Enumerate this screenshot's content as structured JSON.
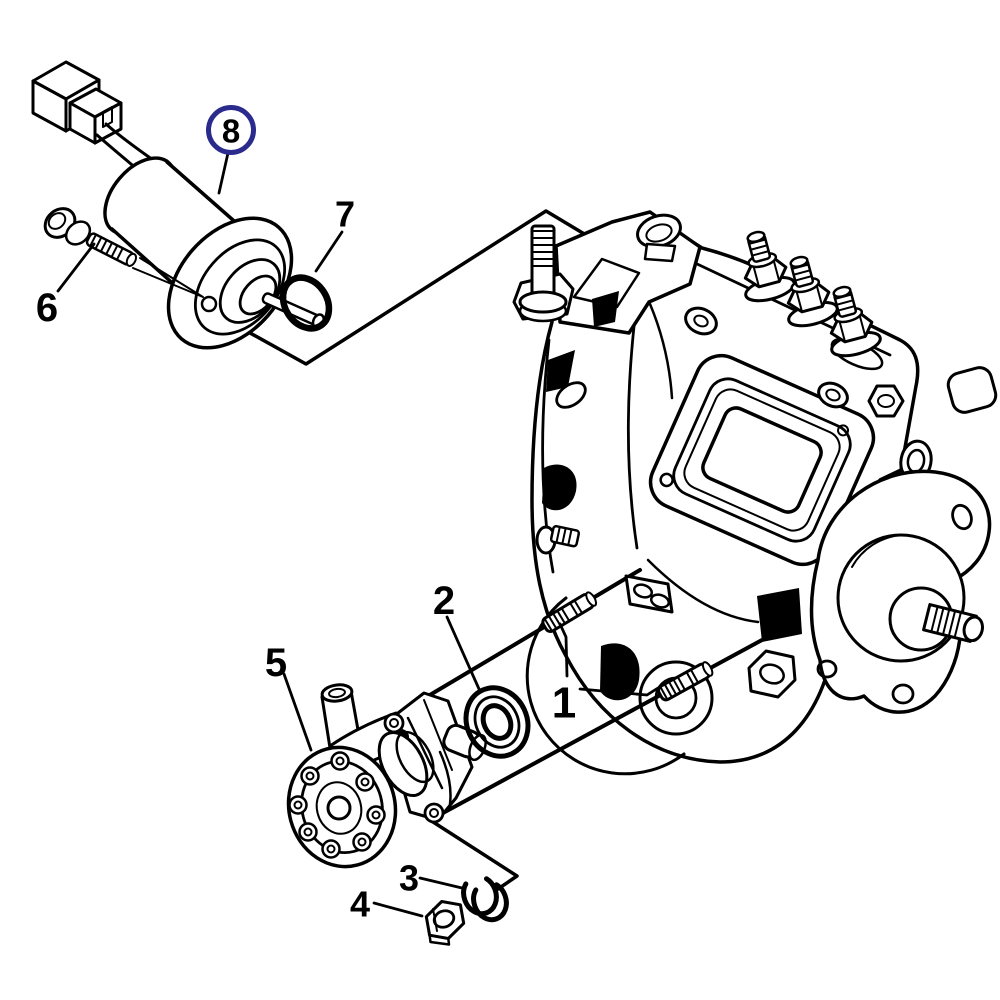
{
  "figure": {
    "type": "exploded-parts-diagram",
    "background_color": "#ffffff",
    "line_color": "#000000",
    "highlight_color": "#2b2b8e"
  },
  "callouts": {
    "c1": {
      "label": "1"
    },
    "c2": {
      "label": "2"
    },
    "c3": {
      "label": "3"
    },
    "c4": {
      "label": "4"
    },
    "c5": {
      "label": "5"
    },
    "c6": {
      "label": "6"
    },
    "c7": {
      "label": "7"
    },
    "c8": {
      "label": "8",
      "highlighted": true
    }
  }
}
